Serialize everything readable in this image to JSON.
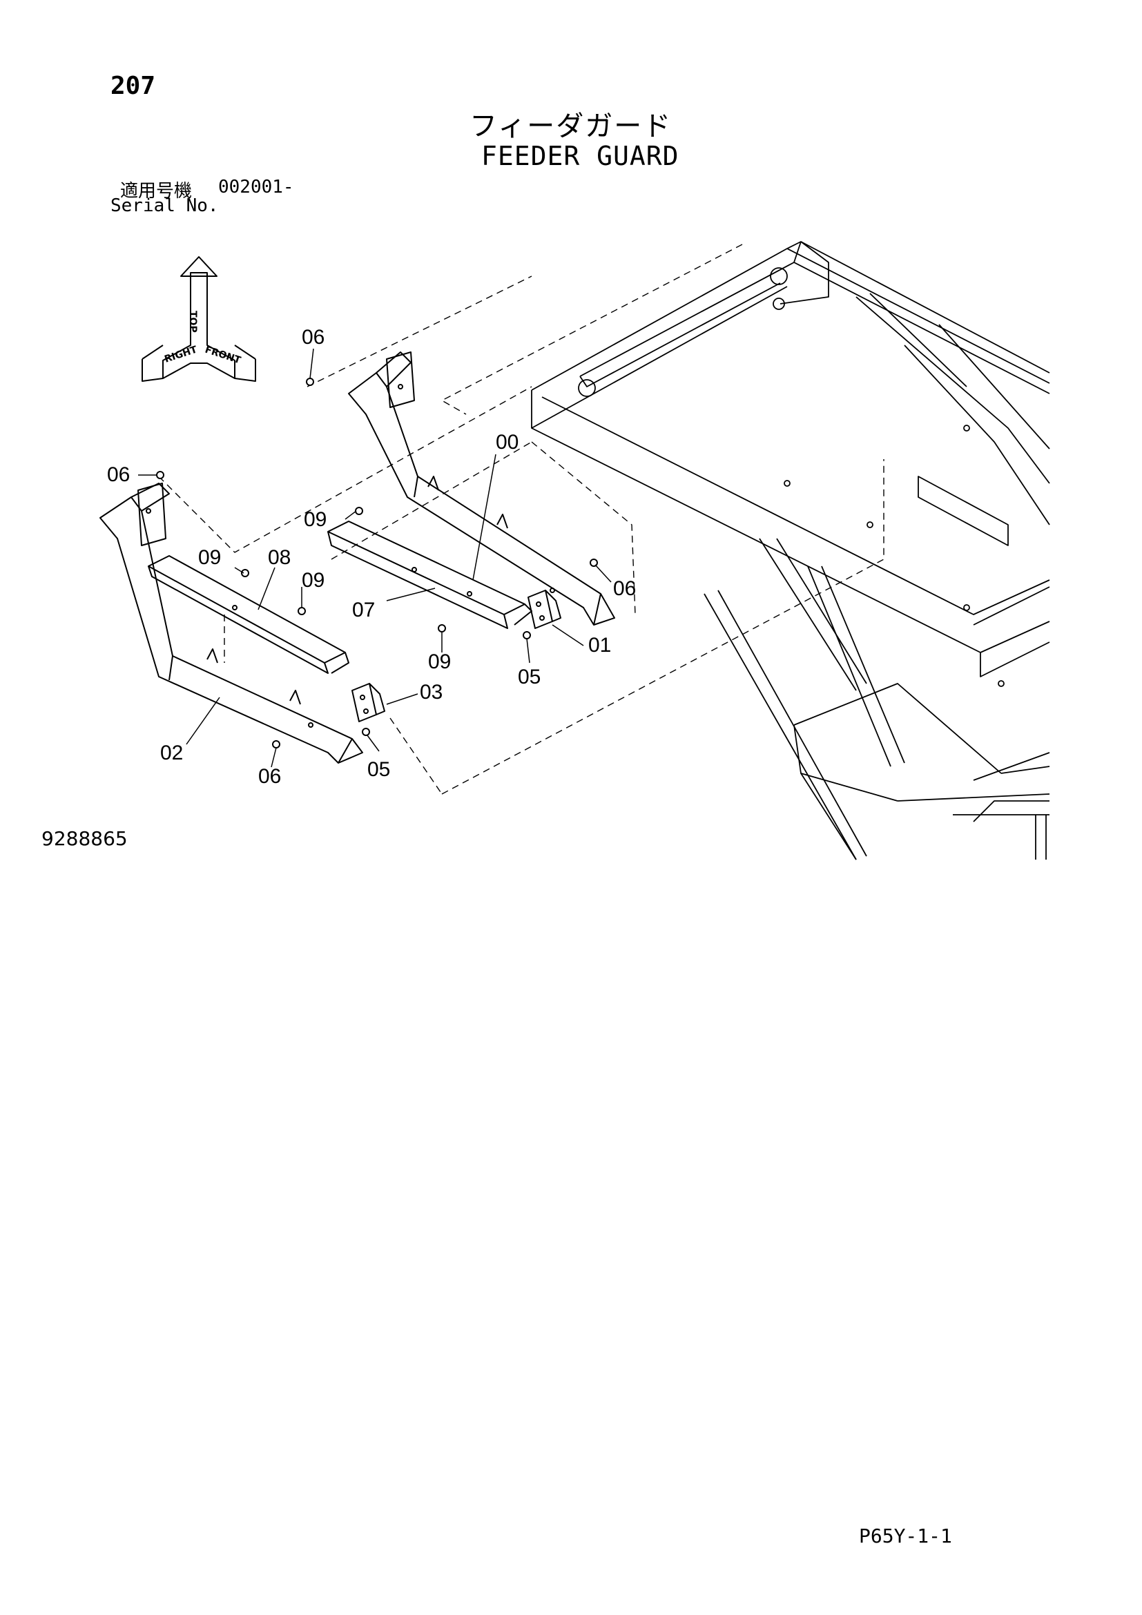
{
  "header": {
    "page_number": "207",
    "title_ja": "フィーダガード",
    "title_en": "FEEDER GUARD",
    "serial_label_ja": "適用号機",
    "serial_value": "002001-",
    "serial_label_en": "Serial No."
  },
  "orientation": {
    "top": "TOP",
    "right": "RIGHT",
    "front": "FRONT"
  },
  "parts": [
    {
      "id": "p00",
      "label": "00"
    },
    {
      "id": "p01",
      "label": "01"
    },
    {
      "id": "p02",
      "label": "02"
    },
    {
      "id": "p03",
      "label": "03"
    },
    {
      "id": "p05a",
      "label": "05"
    },
    {
      "id": "p05b",
      "label": "05"
    },
    {
      "id": "p06a",
      "label": "06"
    },
    {
      "id": "p06b",
      "label": "06"
    },
    {
      "id": "p06c",
      "label": "06"
    },
    {
      "id": "p06d",
      "label": "06"
    },
    {
      "id": "p07",
      "label": "07"
    },
    {
      "id": "p08",
      "label": "08"
    },
    {
      "id": "p09a",
      "label": "09"
    },
    {
      "id": "p09b",
      "label": "09"
    },
    {
      "id": "p09c",
      "label": "09"
    },
    {
      "id": "p09d",
      "label": "09"
    }
  ],
  "footer": {
    "ref_code": "9288865",
    "page_code": "P65Y-1-1"
  }
}
